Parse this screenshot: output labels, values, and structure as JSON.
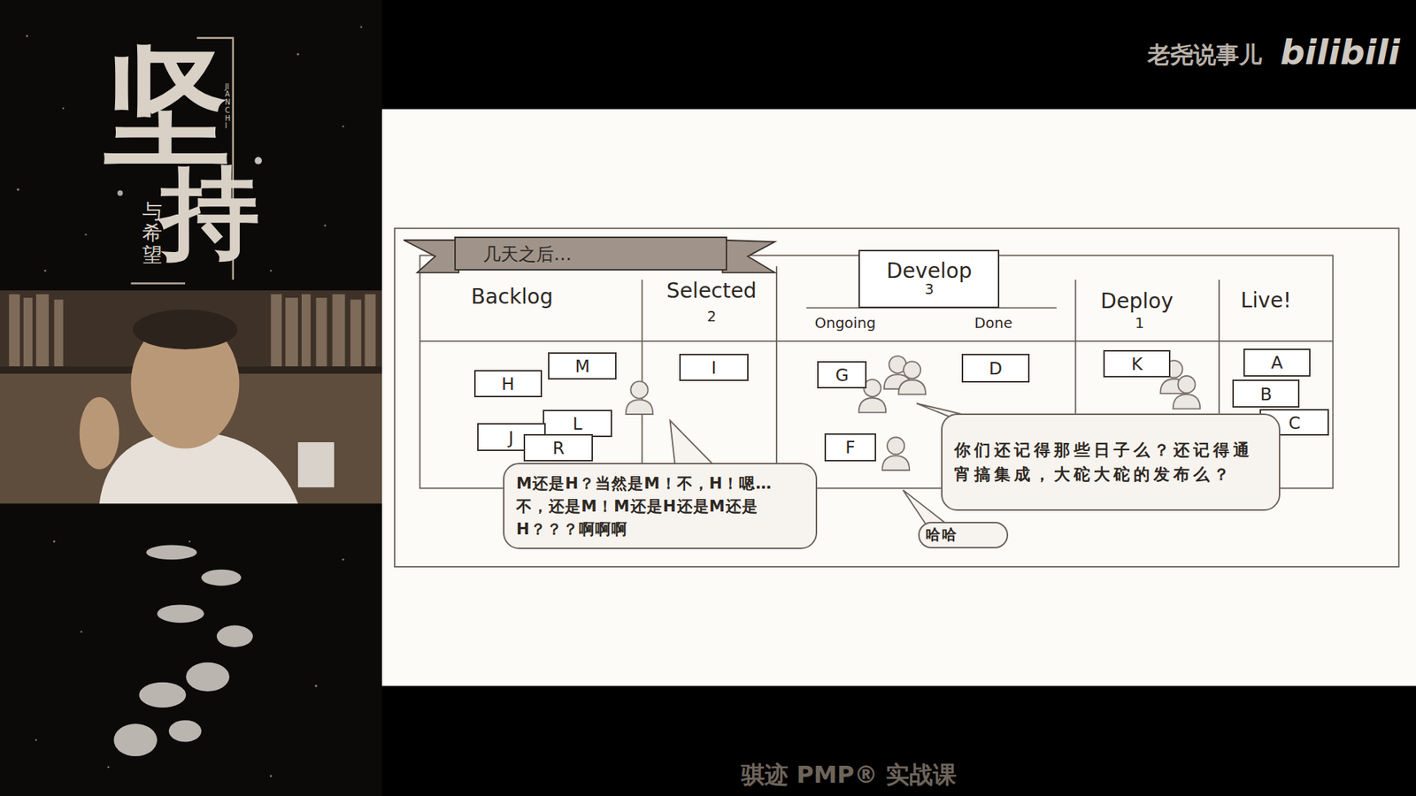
{
  "diagram": {
    "nodes": [
      {
        "text": [
          "几天之后…"
        ]
      },
      {
        "text": [
          "Backlog"
        ]
      },
      {
        "text": [
          "H"
        ],
        "in": 1
      },
      {
        "text": [
          "M"
        ],
        "in": 1
      },
      {
        "text": [
          "L"
        ],
        "in": 1
      },
      {
        "text": [
          "J"
        ],
        "in": 1
      },
      {
        "text": [
          "R"
        ],
        "in": 1
      },
      {
        "text": [
          "Selected",
          "2"
        ]
      },
      {
        "text": [
          "I"
        ],
        "in": 7
      },
      {
        "text": [
          "Ongoing",
          "Done"
        ]
      },
      {
        "text": [
          "Develop",
          "3"
        ],
        "in": 9
      },
      {
        "text": [
          "G"
        ],
        "in": 9
      },
      {
        "text": [
          "D"
        ],
        "in": 9
      },
      {
        "text": [
          "F"
        ],
        "in": 9
      },
      {
        "text": [
          "Deploy",
          "1"
        ]
      },
      {
        "text": [
          "K"
        ],
        "in": 14
      },
      {
        "text": [
          "Live!"
        ]
      },
      {
        "text": [
          "A"
        ],
        "in": 16
      },
      {
        "text": [
          "B"
        ],
        "in": 16
      },
      {
        "text": [
          "C"
        ],
        "in": 16
      },
      {
        "text": [
          "M还是H？当然是M！不，H！嗯…不，还是M！M还是H还是M还是H？？？啊啊啊"
        ]
      },
      {
        "text": [
          "你们还记得那些日子么？还记得通宵搞集成，大砣大砣的发布么？"
        ]
      },
      {
        "text": [
          "哈哈"
        ]
      }
    ],
    "labels": [
      "坚",
      "持",
      "JIANCHI",
      "与希望",
      "老尧说事儿",
      "bilibili",
      "骐迹 PMP® 实战课"
    ]
  }
}
